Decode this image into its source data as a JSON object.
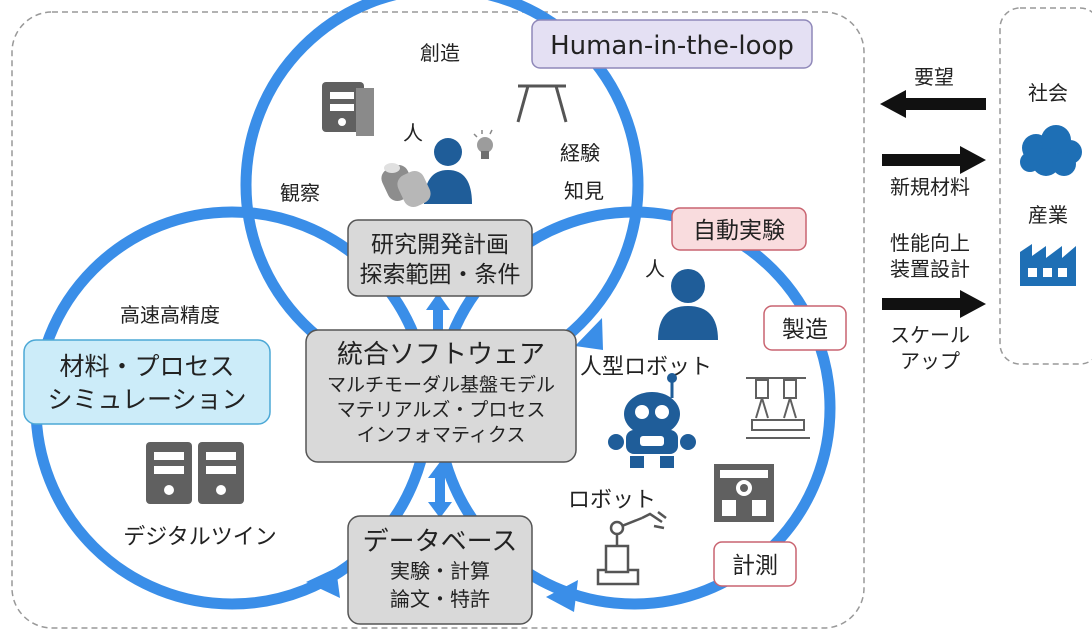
{
  "labels": {
    "human_in_loop": "Human-in-the-loop",
    "souzou": "創造",
    "hito_top": "人",
    "keiken": "経験",
    "chiken": "知見",
    "kansatsu": "観察",
    "research_plan_1": "研究開発計画",
    "research_plan_2": "探索範囲・条件",
    "auto_experiment": "自動実験",
    "hito_right": "人",
    "seizou": "製造",
    "humanoid": "人型ロボット",
    "robot": "ロボット",
    "keisoku": "計測",
    "high_speed": "高速高精度",
    "simulation_1": "材料・プロセス",
    "simulation_2": "シミュレーション",
    "digital_twin": "デジタルツイン",
    "software_1": "統合ソフトウェア",
    "software_2": "マルチモーダル基盤モデル",
    "software_3": "マテリアルズ・プロセス",
    "software_4": "インフォマティクス",
    "database_1": "データベース",
    "database_2": "実験・計算",
    "database_3": "論文・特許"
  },
  "side": {
    "youbou": "要望",
    "new_material": "新規材料",
    "perf_1": "性能向上",
    "perf_2": "装置設計",
    "scale_1": "スケール",
    "scale_2": "アップ",
    "society": "社会",
    "industry": "産業"
  },
  "colors": {
    "ring": "#3a8ee8",
    "icon": "#606060",
    "person": "#1f5d99",
    "cloud": "#1e6fb5",
    "box_gray": "#d9d9d9",
    "hitl_fill": "#e4e0f3",
    "auto_fill": "#f9dcde",
    "sim_fill": "#ccecf9"
  }
}
